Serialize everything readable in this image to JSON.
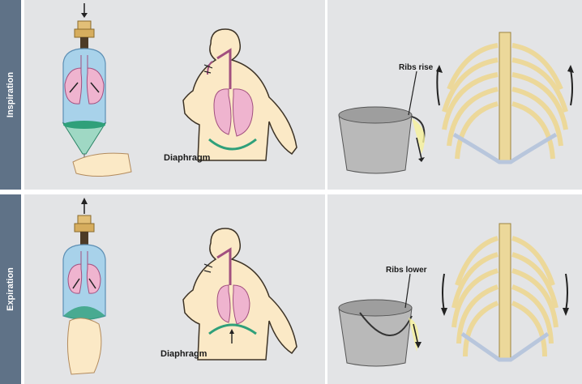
{
  "rows": [
    {
      "name": "Inspiration",
      "diaphragm_label": "Diaphragm",
      "ribs_label": "Ribs rise"
    },
    {
      "name": "Expiration",
      "diaphragm_label": "Diaphragm",
      "ribs_label": "Ribs lower"
    }
  ],
  "colors": {
    "sidebar": "#5f7287",
    "panel": "#e3e4e6",
    "bone": "#ecd89a",
    "lung": "#efb4cf",
    "jar": "#a8d2ea",
    "diaphragm": "#2fa07a",
    "skin": "#fbe9c6"
  }
}
